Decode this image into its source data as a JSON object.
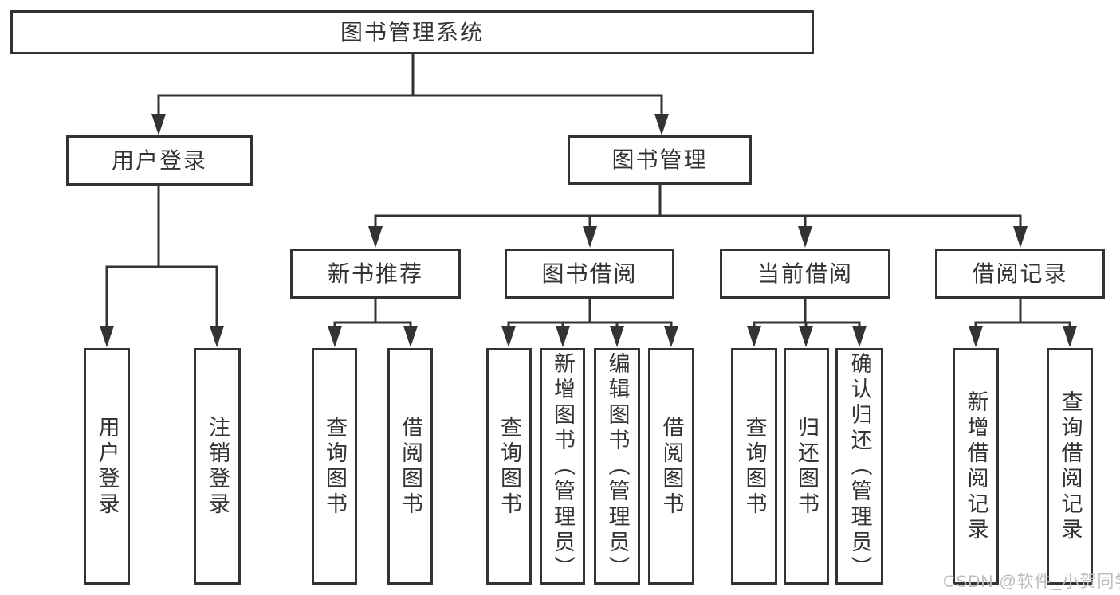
{
  "colors": {
    "line": "#333333",
    "text": "#333333",
    "background": "#ffffff",
    "watermark": "#bcbcbc"
  },
  "diagram": {
    "root": {
      "label": "图书管理系统"
    },
    "user_branch": {
      "label": "用户登录",
      "children": [
        {
          "label": "用户登录"
        },
        {
          "label": "注销登录"
        }
      ]
    },
    "management_branch": {
      "label": "图书管理",
      "sections": [
        {
          "label": "新书推荐",
          "children": [
            {
              "label": "查询图书"
            },
            {
              "label": "借阅图书"
            }
          ]
        },
        {
          "label": "图书借阅",
          "children": [
            {
              "label": "查询图书"
            },
            {
              "label": "新增图书（管理员）"
            },
            {
              "label": "编辑图书（管理员）"
            },
            {
              "label": "借阅图书"
            }
          ]
        },
        {
          "label": "当前借阅",
          "children": [
            {
              "label": "查询图书"
            },
            {
              "label": "归还图书"
            },
            {
              "label": "确认归还（管理员）"
            }
          ]
        },
        {
          "label": "借阅记录",
          "children": [
            {
              "label": "新增借阅记录"
            },
            {
              "label": "查询借阅记录"
            }
          ]
        }
      ]
    }
  },
  "watermark": {
    "text": "CSDN @软件_小贺同学"
  }
}
